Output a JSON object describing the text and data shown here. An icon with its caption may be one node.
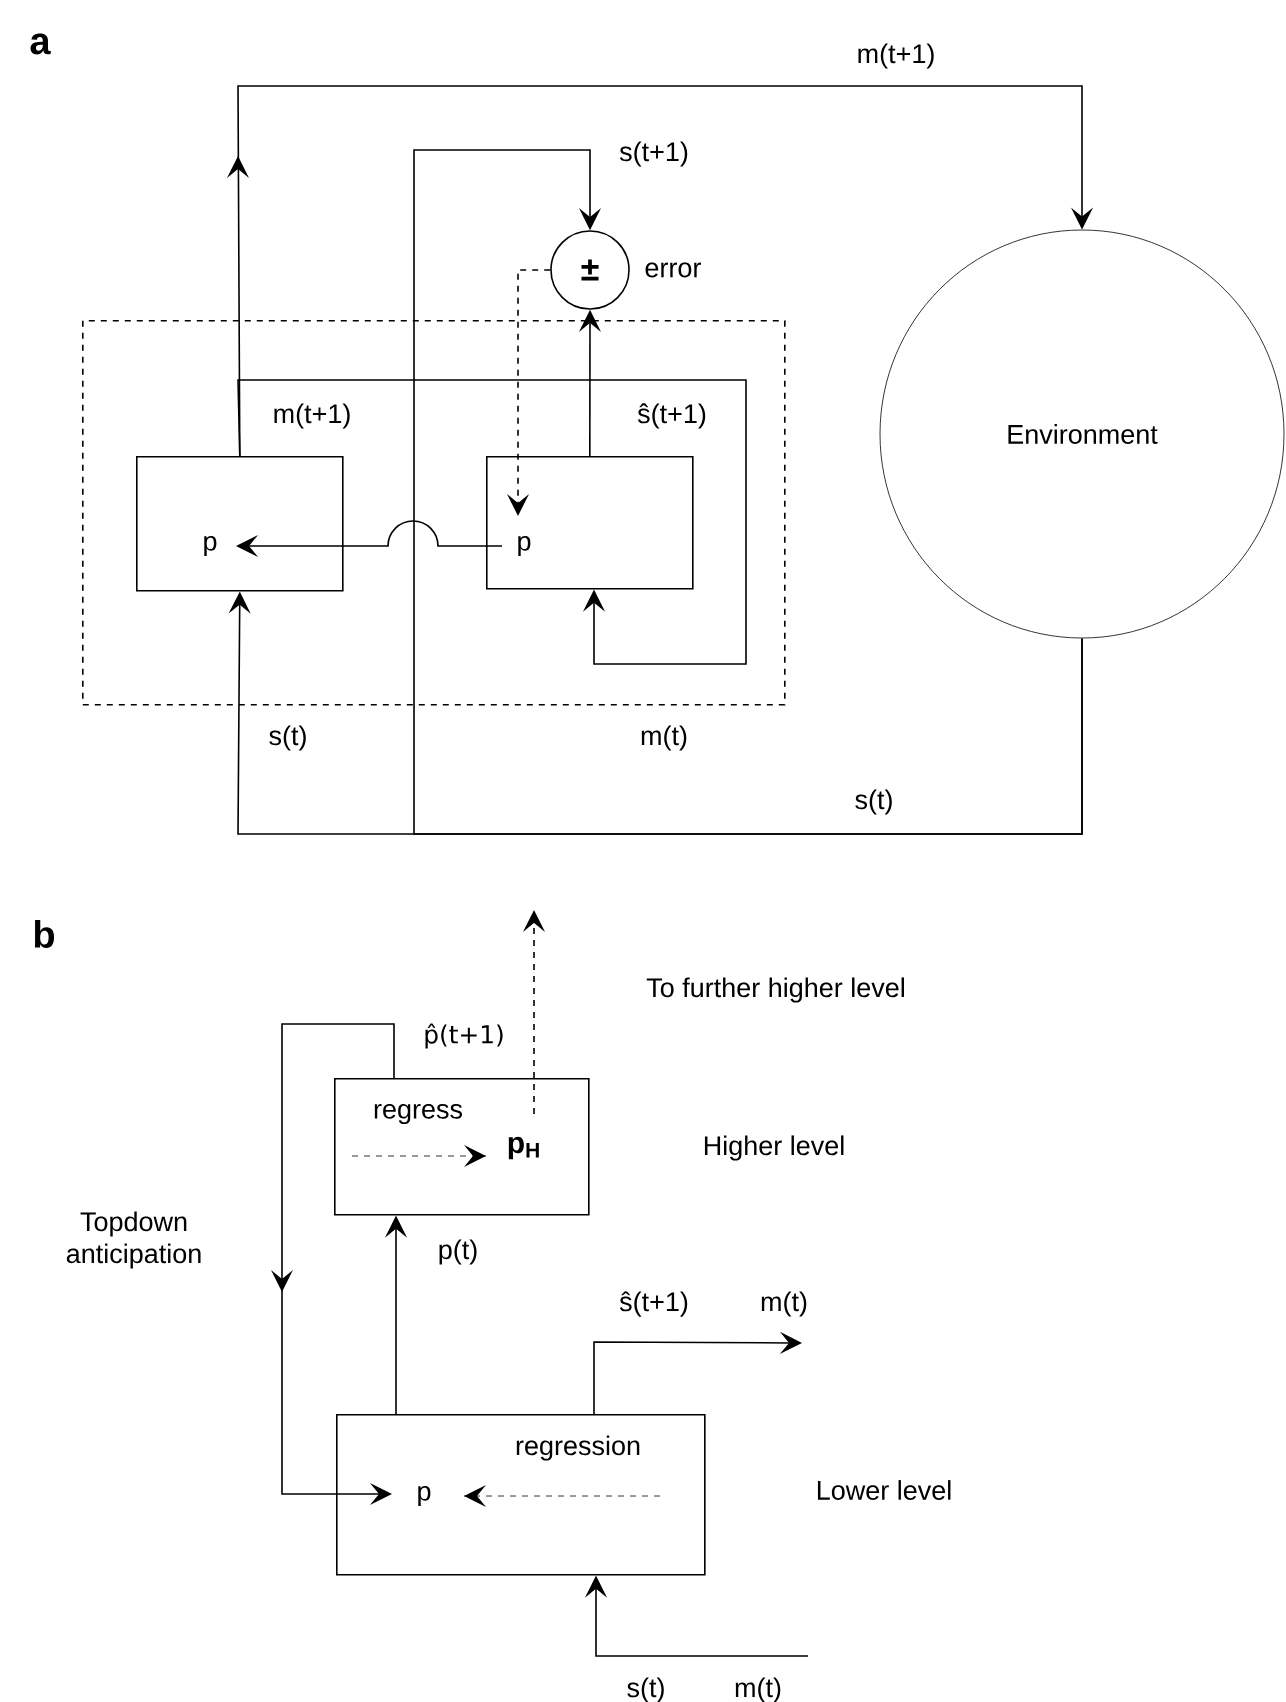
{
  "diagram": {
    "nodes": [
      {
        "text": [],
        "shape": "box"
      },
      {
        "text": [
          "p"
        ],
        "in": 0
      },
      {
        "text": [
          "p"
        ],
        "in": 0
      },
      {
        "text": [
          "±"
        ],
        "beside": [
          "error"
        ]
      },
      {
        "text": [
          "Environment"
        ]
      },
      {
        "text": [
          "regress",
          "p$_{H}$"
        ]
      },
      {
        "text": [
          "regression",
          "p"
        ]
      },
      {
        "text": [
          "m(t)"
        ]
      }
    ],
    "edges": [
      {
        "from": 1,
        "to": 4,
        "arrow": "to",
        "label": "m(t+1)"
      },
      {
        "from": 1,
        "to": 2,
        "arrow": "to",
        "label": "m(t+1)"
      },
      {
        "from": 4,
        "to": 1,
        "arrow": "to",
        "label": "s(t)"
      },
      {
        "from": 4,
        "to": 3,
        "arrow": "to",
        "label": "s(t+1)"
      },
      {
        "from": 2,
        "to": 3,
        "arrow": "to",
        "label": "ŝ(t+1)"
      },
      {
        "from": 3,
        "to": 2,
        "arrow": "to",
        "style": "dashed"
      },
      {
        "from": 2,
        "to": 1,
        "arrow": "to"
      },
      {
        "from": 6,
        "to": 5,
        "arrow": "to",
        "label": "p(t)"
      },
      {
        "from": 5,
        "to": 6,
        "arrow": "to",
        "label": "p̂(t+1)"
      },
      {
        "from": 5,
        "to": null,
        "arrow": "to",
        "style": "dashed"
      },
      {
        "from": 6,
        "to": 7,
        "arrow": "to",
        "label": "ŝ(t+1)"
      },
      {
        "from": null,
        "to": 6,
        "arrow": "to"
      }
    ],
    "labels": [
      "a",
      "s(t)",
      "m(t)",
      "b",
      "To further higher level",
      "Higher level",
      "Topdown anticipation",
      "Lower level",
      "s(t)",
      "m(t)"
    ]
  }
}
